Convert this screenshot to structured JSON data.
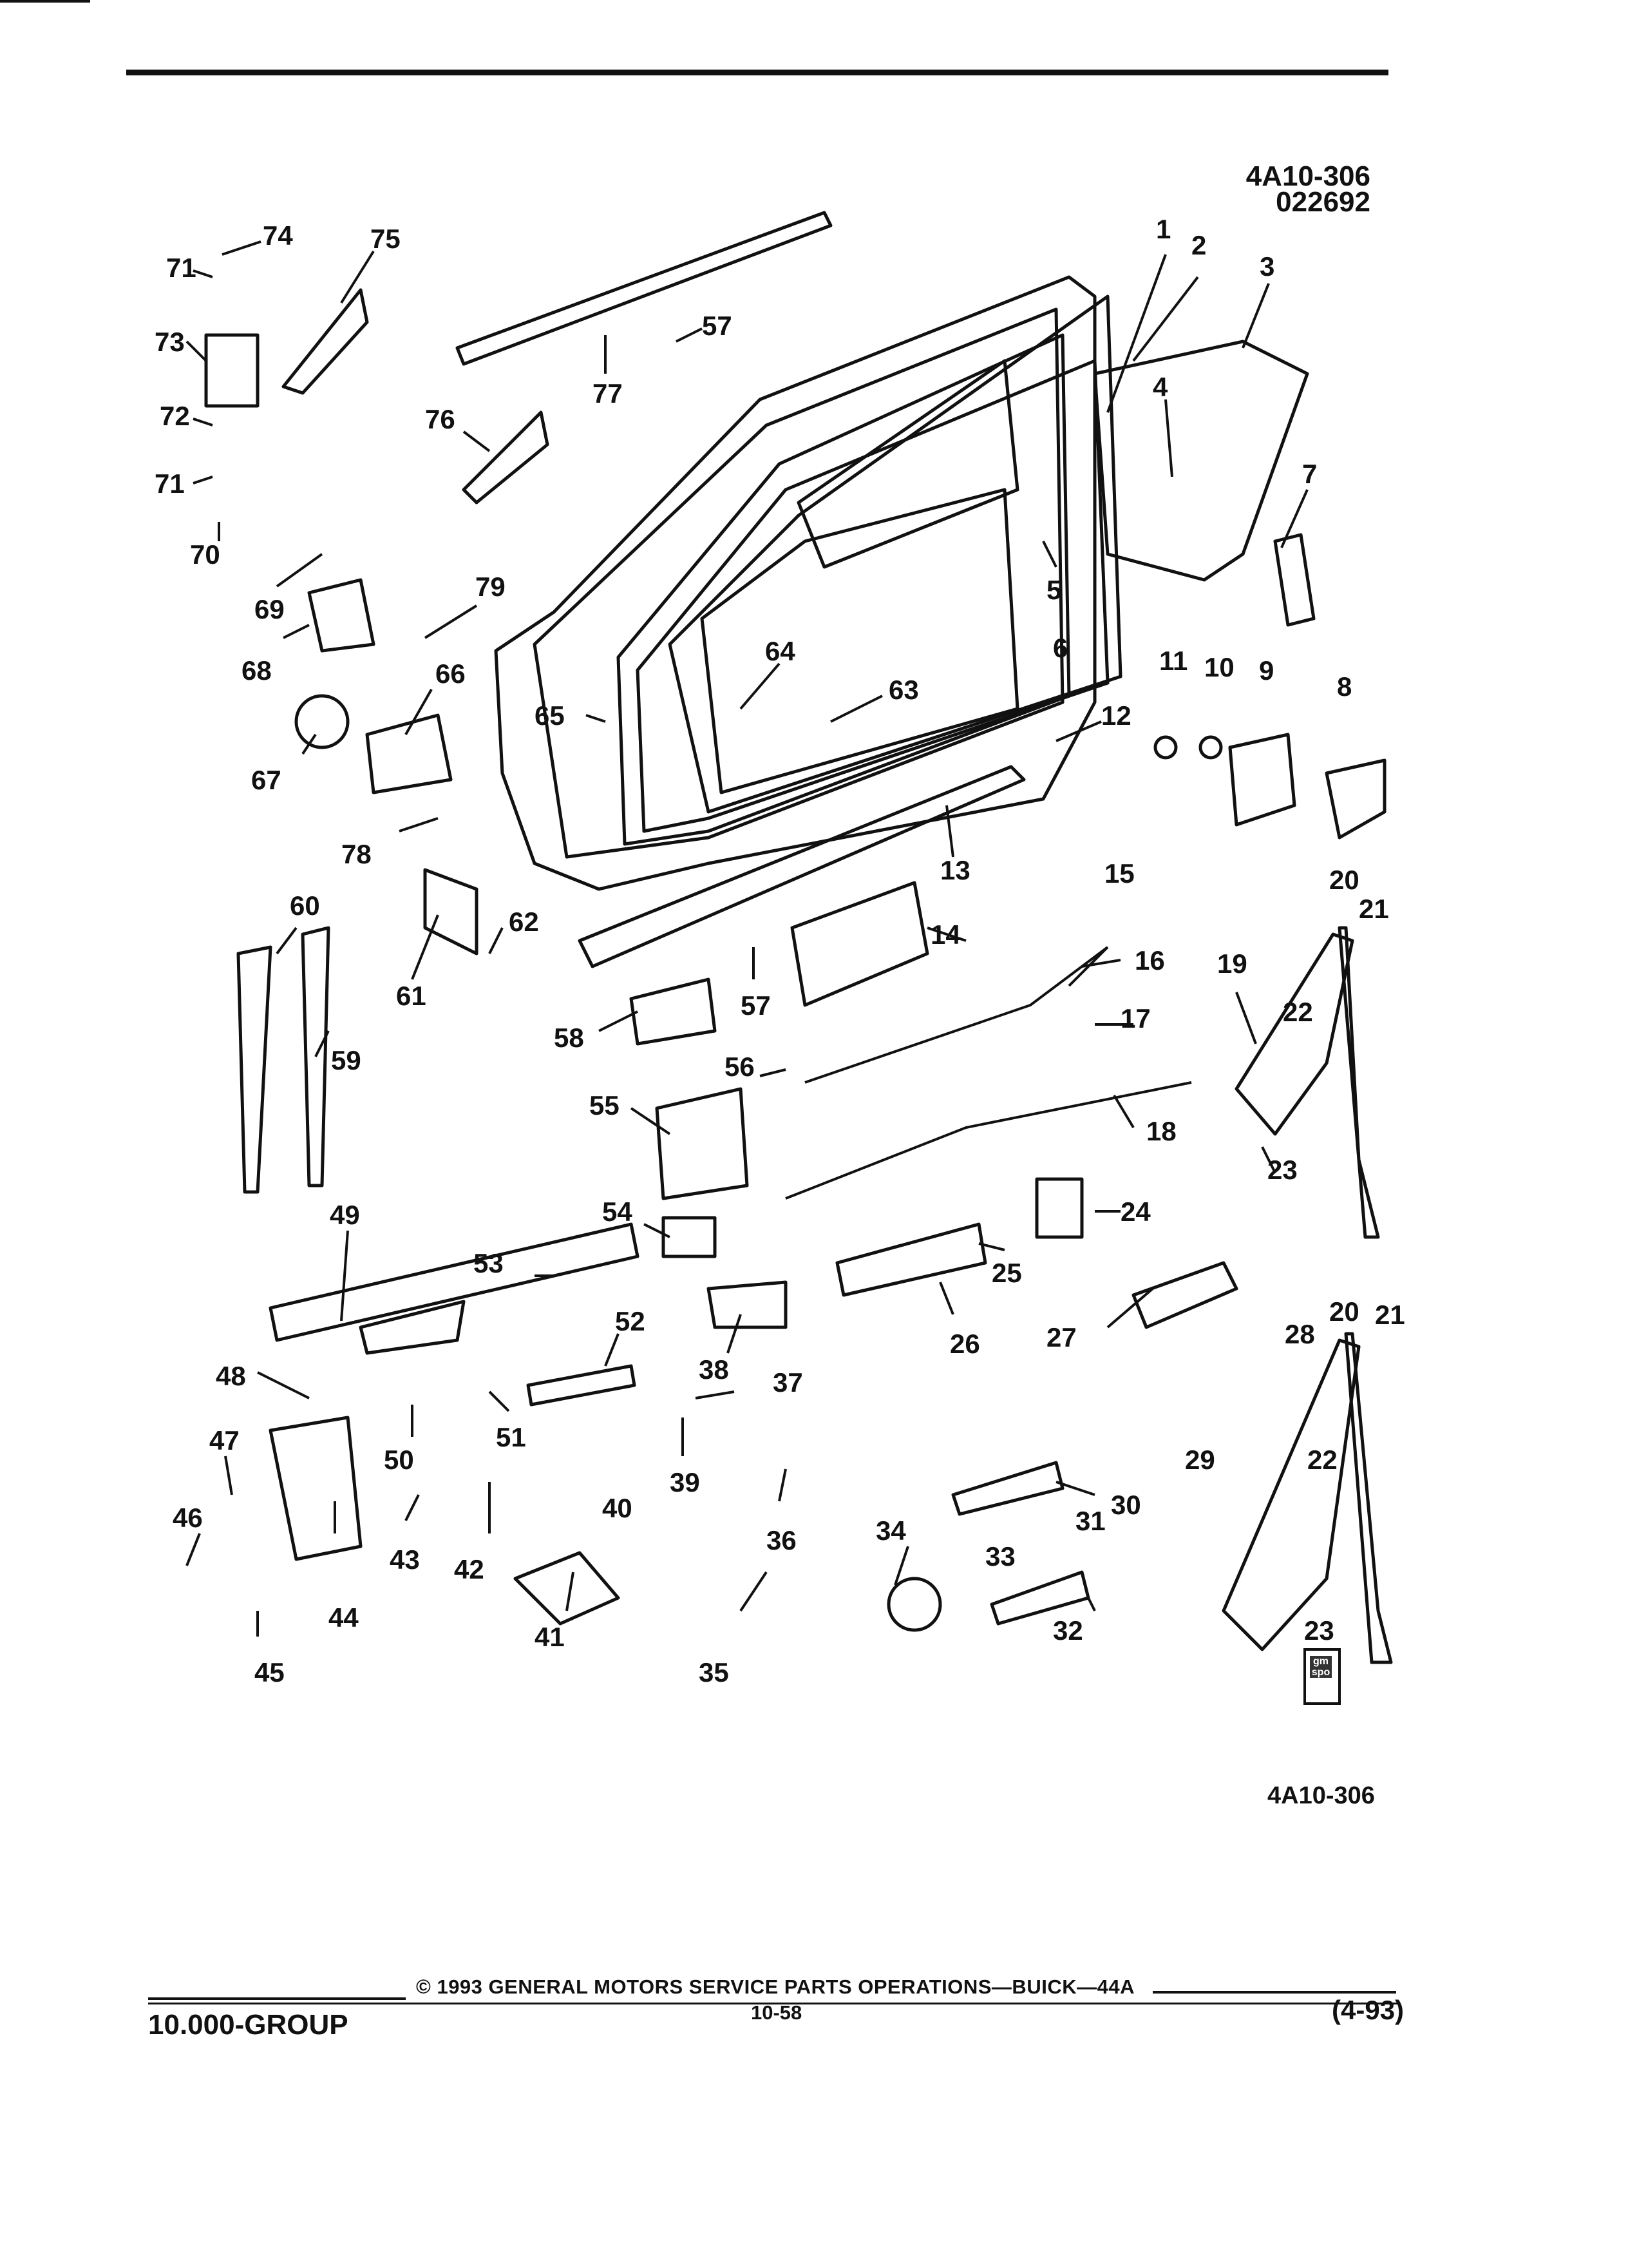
{
  "header": {
    "figure_code": "4A10-306",
    "date_code": "022692"
  },
  "figure_bottom_code": "4A10-306",
  "logo": {
    "text": "gm spo"
  },
  "callouts": [
    "1",
    "2",
    "3",
    "4",
    "5",
    "6",
    "7",
    "8",
    "9",
    "10",
    "11",
    "12",
    "13",
    "14",
    "15",
    "16",
    "17",
    "18",
    "19",
    "20",
    "21",
    "22",
    "23",
    "24",
    "25",
    "26",
    "27",
    "28",
    "29",
    "30",
    "31",
    "32",
    "33",
    "34",
    "35",
    "36",
    "37",
    "38",
    "39",
    "40",
    "41",
    "42",
    "43",
    "44",
    "45",
    "46",
    "47",
    "48",
    "49",
    "50",
    "51",
    "52",
    "53",
    "54",
    "55",
    "56",
    "57",
    "58",
    "59",
    "60",
    "61",
    "62",
    "63",
    "64",
    "65",
    "66",
    "67",
    "68",
    "69",
    "70",
    "71",
    "72",
    "73",
    "74",
    "75",
    "76",
    "77",
    "78",
    "79"
  ],
  "footer": {
    "group": "10.000-GROUP",
    "copyright": "© 1993 GENERAL MOTORS SERVICE PARTS OPERATIONS—BUICK—44A",
    "page": "10-58",
    "revision": "(4-93)"
  }
}
